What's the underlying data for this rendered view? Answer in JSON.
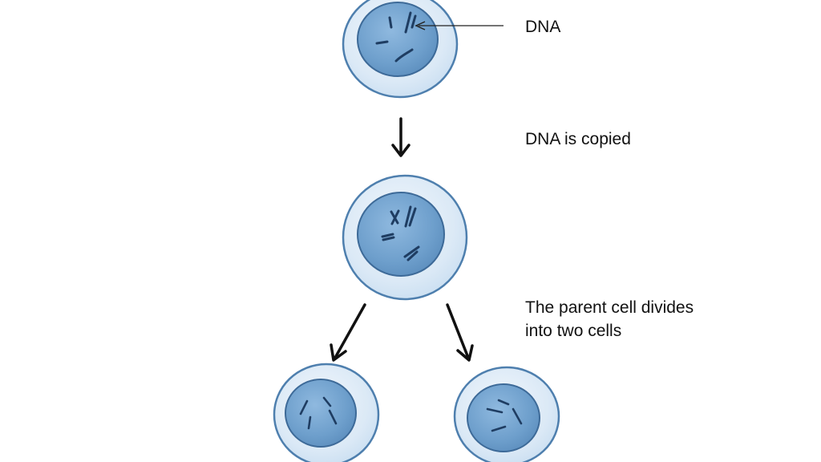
{
  "labels": {
    "dna": "DNA",
    "dna_copied": "DNA is copied",
    "divides_line1": "The parent cell divides",
    "divides_line2": "into two cells"
  },
  "colors": {
    "cytoplasm": "#dbe9f6",
    "cell_outline": "#4e7fae",
    "nucleus": "#6e9fcc",
    "nucleus_edge": "#3d6a98",
    "chromosome": "#1f3d62",
    "arrow": "#111111"
  }
}
